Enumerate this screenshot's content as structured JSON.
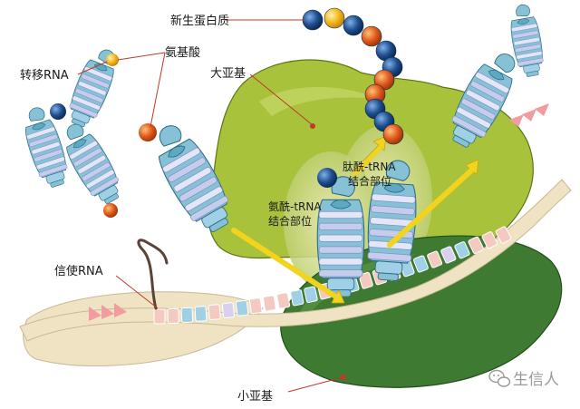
{
  "labels": {
    "nascent_protein": "新生蛋白质",
    "amino_acid": "氨基酸",
    "transfer_rna": "转移RNA",
    "large_subunit": "大亚基",
    "peptidyl_site_line1": "肽酰-tRNA",
    "peptidyl_site_line2": "结合部位",
    "aminoacyl_site_line1": "氨酰-tRNA",
    "aminoacyl_site_line2": "结合部位",
    "messenger_rna": "信使RNA",
    "small_subunit": "小亚基"
  },
  "watermark": {
    "text": "生信人",
    "icon": "wechat-icon"
  },
  "colors": {
    "large_subunit": "#a9c23b",
    "small_subunit": "#3f7a32",
    "mrna_backbone": "#efe3c4",
    "trna_body": "#86c1d6",
    "trna_band": "#c5ccec",
    "amino_blue": "#1f4f8f",
    "amino_orange": "#e0591b",
    "amino_yellow": "#f2b619",
    "arrow_yellow": "#f2d31e",
    "arrow_pink": "#f29ca0"
  }
}
